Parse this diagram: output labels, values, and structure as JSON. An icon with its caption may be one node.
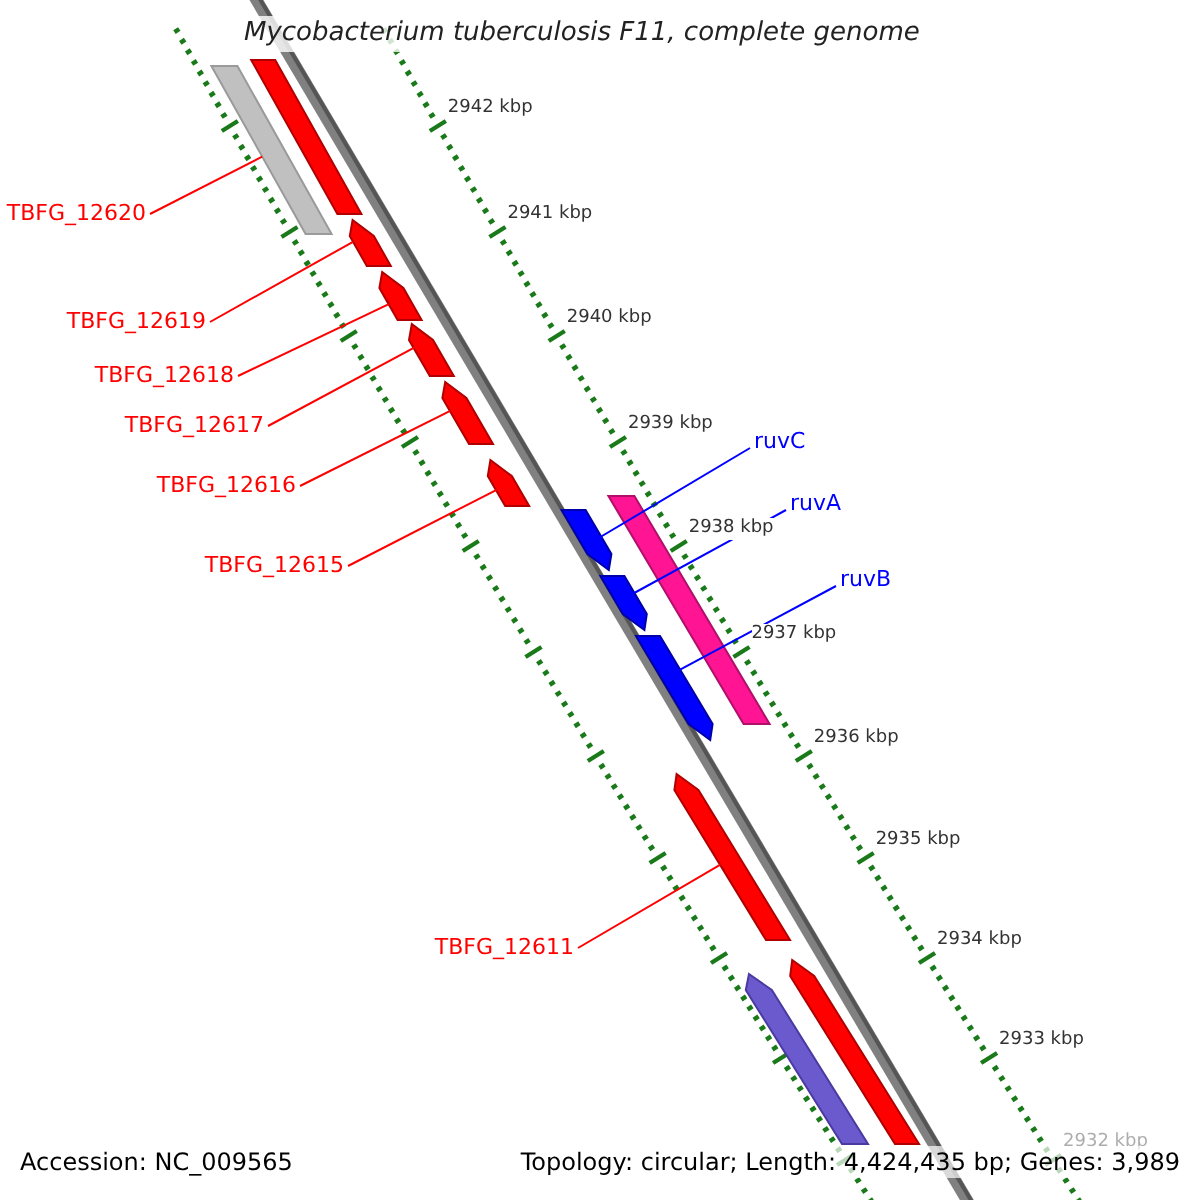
{
  "diagram": {
    "title": "Mycobacterium tuberculosis F11, complete genome",
    "nodes": [
      {
        "text": [
          "TBFG_12620"
        ]
      },
      {
        "text": [
          "TBFG_12619"
        ]
      },
      {
        "text": [
          "TBFG_12618"
        ]
      },
      {
        "text": [
          "TBFG_12617"
        ]
      },
      {
        "text": [
          "TBFG_12616"
        ]
      },
      {
        "text": [
          "TBFG_12615"
        ]
      },
      {
        "text": [
          "ruvC"
        ]
      },
      {
        "text": [
          "ruvA"
        ]
      },
      {
        "text": [
          "ruvB"
        ]
      },
      {
        "text": [
          "TBFG_12611"
        ]
      },
      {
        "text": [],
        "shape": "bar"
      },
      {
        "text": [],
        "shape": "bar"
      },
      {
        "text": [],
        "shape": "arrow"
      },
      {
        "text": [],
        "shape": "arrow"
      },
      {
        "text": [],
        "shape": "arrow"
      },
      {
        "text": [],
        "shape": "arrow"
      },
      {
        "text": [],
        "shape": "arrow"
      },
      {
        "text": [],
        "shape": "bar"
      },
      {
        "text": [],
        "shape": "arrow"
      },
      {
        "text": [],
        "shape": "arrow"
      },
      {
        "text": [],
        "shape": "arrow"
      },
      {
        "text": [],
        "shape": "arrow"
      },
      {
        "text": [],
        "shape": "arrow"
      },
      {
        "text": [],
        "shape": "arrow"
      }
    ],
    "edges": [
      {
        "from": 0,
        "to": 10,
        "arrow": "none"
      },
      {
        "from": 1,
        "to": 12,
        "arrow": "none"
      },
      {
        "from": 2,
        "to": 13,
        "arrow": "none"
      },
      {
        "from": 3,
        "to": 14,
        "arrow": "none"
      },
      {
        "from": 4,
        "to": 15,
        "arrow": "none"
      },
      {
        "from": 5,
        "to": 16,
        "arrow": "none"
      },
      {
        "from": 6,
        "to": 18,
        "arrow": "none",
        "color": "#0000ff"
      },
      {
        "from": 7,
        "to": 19,
        "arrow": "none",
        "color": "#0000ff"
      },
      {
        "from": 8,
        "to": 20,
        "arrow": "none",
        "color": "#0000ff"
      },
      {
        "from": 9,
        "to": 21,
        "arrow": "none"
      }
    ],
    "labels": [
      "2942 kbp",
      "2941 kbp",
      "2940 kbp",
      "2939 kbp",
      "2938 kbp",
      "2937 kbp",
      "2936 kbp",
      "2935 kbp",
      "2934 kbp",
      "2933 kbp",
      "2932 kbp",
      "Accession: NC_009565",
      "Topology: circular; Length: 4,424,435 bp; Genes: 3,989"
    ]
  }
}
